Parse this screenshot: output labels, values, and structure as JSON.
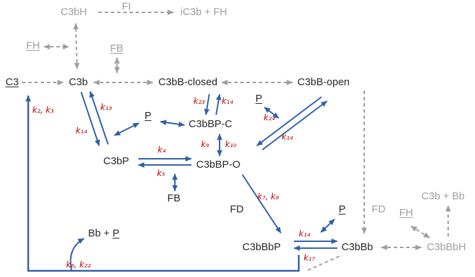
{
  "colors": {
    "blue": "#2e5fa8",
    "gray": "#9e9e9e",
    "red": "#c00000",
    "black": "#262626"
  },
  "nodes": {
    "c3bh": "C3bH",
    "fi": "FI",
    "ic3b_fh": "iC3b + FH",
    "fh_top": "FH",
    "fb_top": "FB",
    "c3": "C3",
    "c3b": "C3b",
    "c3bb_closed": "C3bB-closed",
    "c3bb_open": "C3bB-open",
    "p_binding_c3bp": "P",
    "p_binding_open": "P",
    "c3bbp_c": "C3bBP-C",
    "c3bbp_o": "C3bBP-O",
    "c3bp": "C3bP",
    "fb": "FB",
    "fd_left": "FD",
    "fd_right": "FD",
    "p_binding_c3bbb": "P",
    "fh_right": "FH",
    "c3b_plus_bb": "C3b + Bb",
    "c3bbbp": "C3bBbP",
    "c3bbb": "C3bBb",
    "c3bbbh": "C3bBbH",
    "bb_p_prefix": "Bb + ",
    "bb_p_p": "P"
  },
  "rates": {
    "k2_k3": "k₂, k₃",
    "k13": "k₁₃",
    "k14_c3bp": "k₁₄",
    "k23": "k₂₃",
    "k14_closed": "k₁₄",
    "k24": "k₂₄",
    "k14_open": "k₁₄",
    "k9": "k₉",
    "k10": "k₁₀",
    "k4": "k₄",
    "k5": "k₅",
    "k7_k8": "k₇, k₈",
    "k14_c3bbbp": "k₁₄",
    "k17": "k₁₇",
    "k6_k22": "k₆, k₂₂"
  }
}
